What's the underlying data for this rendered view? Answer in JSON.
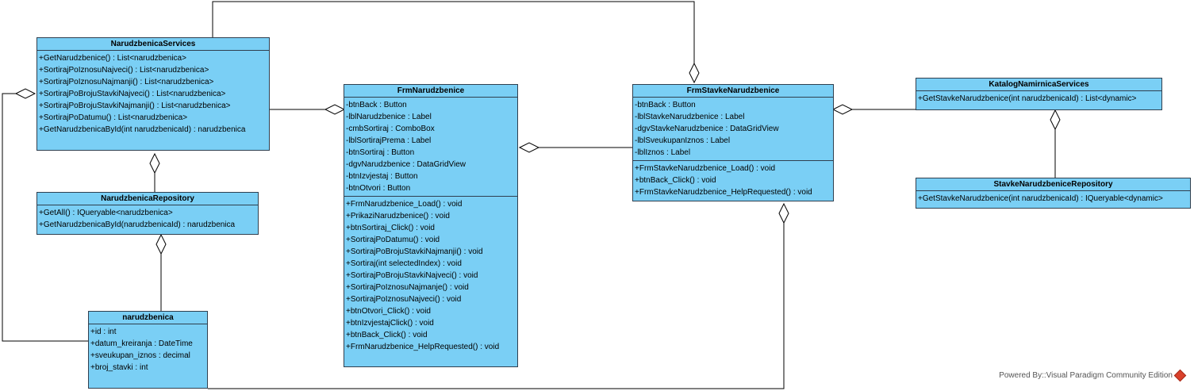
{
  "classes": {
    "narudzbenica_services": {
      "name": "NarudzbenicaServices",
      "attributes": [],
      "operations": [
        "+GetNarudzbenice() : List<narudzbenica>",
        "+SortirajPoIznosuNajveci() : List<narudzbenica>",
        "+SortirajPoIznosuNajmanji() : List<narudzbenica>",
        "+SortirajPoBrojuStavkiNajveci() : List<narudzbenica>",
        "+SortirajPoBrojuStavkiNajmanji() : List<narudzbenica>",
        "+SortirajPoDatumu() : List<narudzbenica>",
        "+GetNarudzbenicaById(int narudzbenicaId) : narudzbenica"
      ]
    },
    "narudzbenica_repository": {
      "name": "NarudzbenicaRepository",
      "operations": [
        "+GetAll() : IQueryable<narudzbenica>",
        "+GetNarudzbenicaById(narudzbenicaId) : narudzbenica"
      ]
    },
    "narudzbenica": {
      "name": "narudzbenica",
      "attributes": [
        "+id : int",
        "+datum_kreiranja : DateTime",
        "+sveukupan_iznos : decimal",
        "+broj_stavki : int"
      ]
    },
    "frm_narudzbenice": {
      "name": "FrmNarudzbenice",
      "attributes": [
        "-btnBack : Button",
        "-lblNarudzbenice : Label",
        "-cmbSortiraj : ComboBox",
        "-lblSortirajPrema : Label",
        "-btnSortiraj : Button",
        "-dgvNarudzbenice : DataGridView",
        "-btnIzvjestaj : Button",
        "-btnOtvori : Button"
      ],
      "operations": [
        "+FrmNarudzbenice_Load() : void",
        "+PrikaziNarudzbenice() : void",
        "+btnSortiraj_Click() : void",
        "+SortirajPoDatumu() : void",
        "+SortirajPoBrojuStavkiNajmanji() : void",
        "+Sortiraj(int selectedIndex) : void",
        "+SortirajPoBrojuStavkiNajveci() : void",
        "+SortirajPoIznosuNajmanje() : void",
        "+SortirajPoIznosuNajveci() : void",
        "+btnOtvori_Click() : void",
        "+btnIzvjestajClick() : void",
        "+btnBack_Click() : void",
        "+FrmNarudzbenice_HelpRequested() : void"
      ]
    },
    "frm_stavke_narudzbenice": {
      "name": "FrmStavkeNarudzbenice",
      "attributes": [
        "-btnBack : Button",
        "-lblStavkeNarudzbenice : Label",
        "-dgvStavkeNarudzbenice : DataGridView",
        "-lblSveukupanIznos : Label",
        "-lblIznos : Label"
      ],
      "operations": [
        "+FrmStavkeNarudzbenice_Load() : void",
        "+btnBack_Click() : void",
        "+FrmStavkeNarudzbenice_HelpRequested() : void"
      ]
    },
    "katalog_namirnica_services": {
      "name": "KatalogNamirnicaServices",
      "operations": [
        "+GetStavkeNarudzbenice(int narudzbenicaId) : List<dynamic>"
      ]
    },
    "stavke_narudzbenice_repository": {
      "name": "StavkeNarudzbeniceRepository",
      "operations": [
        "+GetStavkeNarudzbenice(int narudzbenicaId) : IQueryable<dynamic>"
      ]
    }
  },
  "footer": {
    "text": "Powered By::Visual Paradigm Community Edition"
  },
  "colors": {
    "class_fill": "#7acff5",
    "class_border": "#2f3f4f",
    "line": "#000000"
  }
}
